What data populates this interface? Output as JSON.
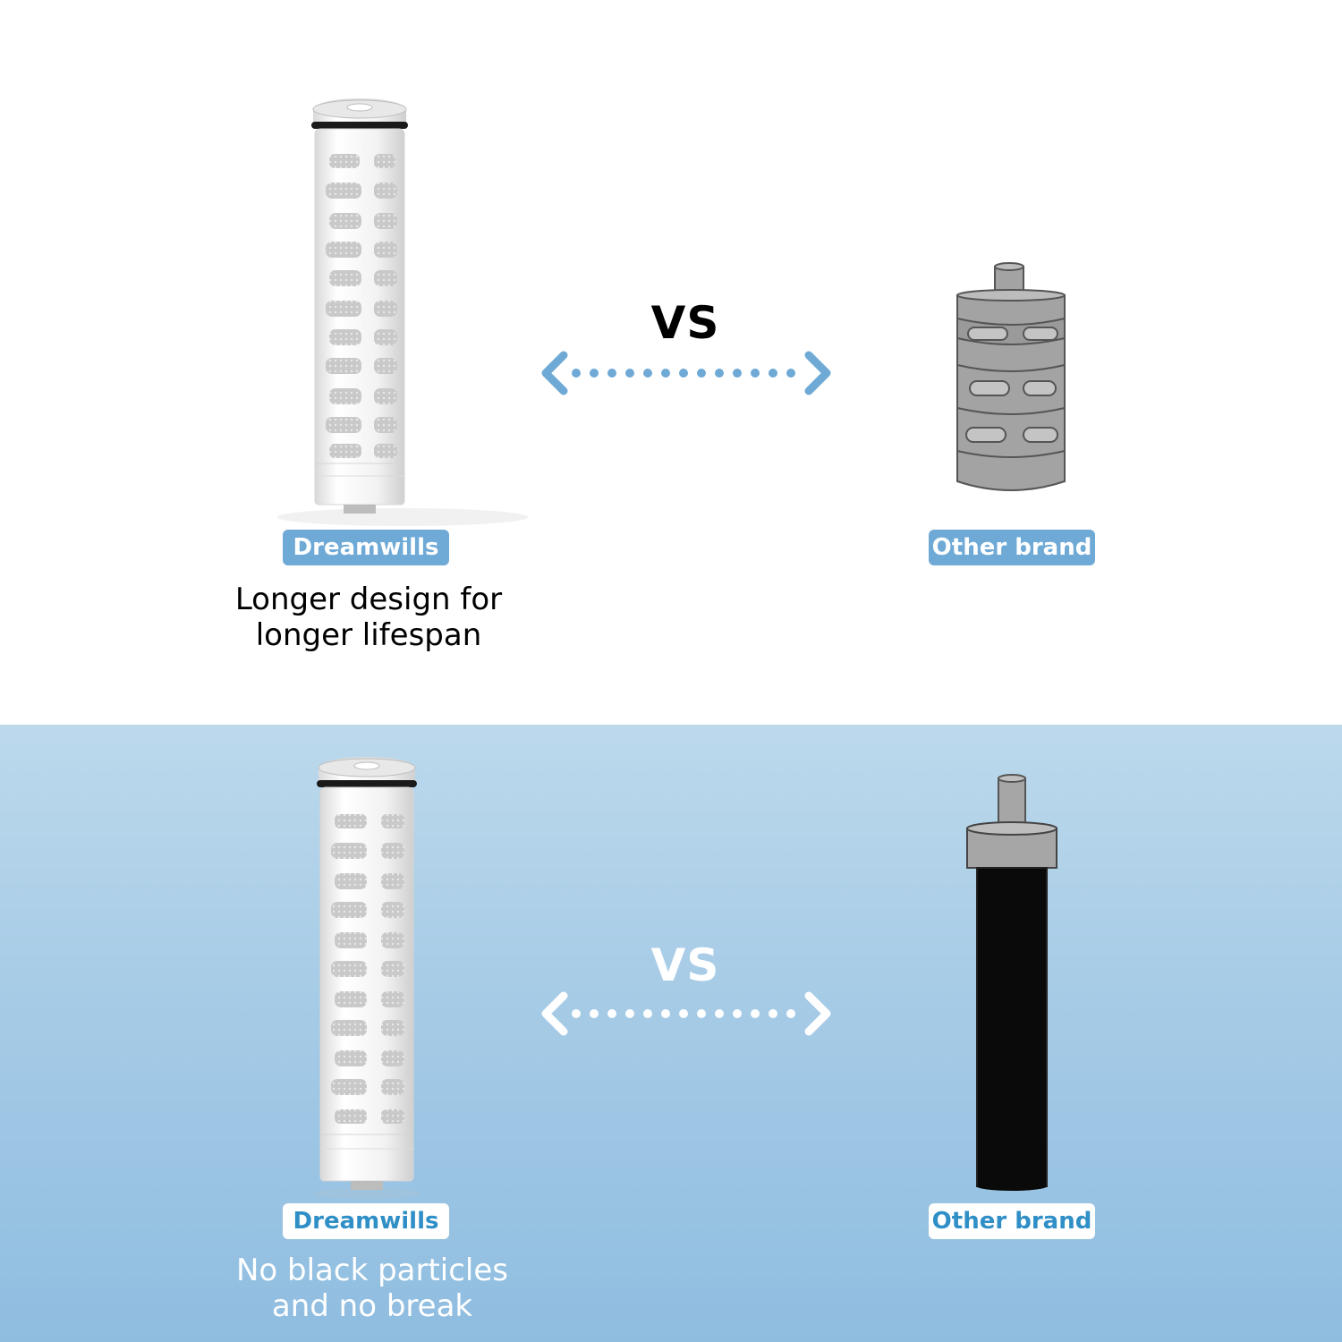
{
  "top_section": {
    "vs_label": "VS",
    "left_badge": "Dreamwills",
    "right_badge": "Other brand",
    "caption_line1": "Longer design for",
    "caption_line2": "longer lifespan",
    "colors": {
      "background": "#ffffff",
      "accent": "#6fa9d6",
      "text": "#000000"
    }
  },
  "bottom_section": {
    "vs_label": "VS",
    "left_badge": "Dreamwills",
    "right_badge": "Other brand",
    "caption_line1": "No black particles",
    "caption_line2": "and no break",
    "colors": {
      "background": "#a6cbe6",
      "accent": "#2f8fc6",
      "text": "#ffffff"
    }
  },
  "icons": {
    "dreamwills_filter": "white-filter-cartridge-icon",
    "other_filter_top": "gray-short-filter-icon",
    "other_filter_bottom": "black-tall-filter-icon",
    "arrow": "double-arrow-icon"
  }
}
